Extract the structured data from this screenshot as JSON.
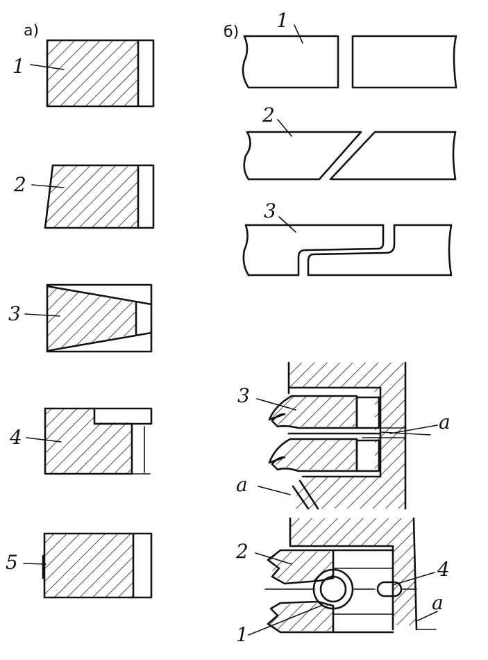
{
  "panels": {
    "a": "а)",
    "b": "б)"
  },
  "profiles": [
    "1",
    "2",
    "3",
    "4",
    "5"
  ],
  "joints": [
    "1",
    "2",
    "3"
  ],
  "assembly_top": {
    "ring": "3",
    "gap_right": "a",
    "gap_left": "a"
  },
  "assembly_bottom": {
    "ring": "2",
    "expander": "4",
    "gap": "a",
    "spring": "1"
  },
  "colors": {
    "ink": "#111111",
    "paper": "#ffffff"
  }
}
